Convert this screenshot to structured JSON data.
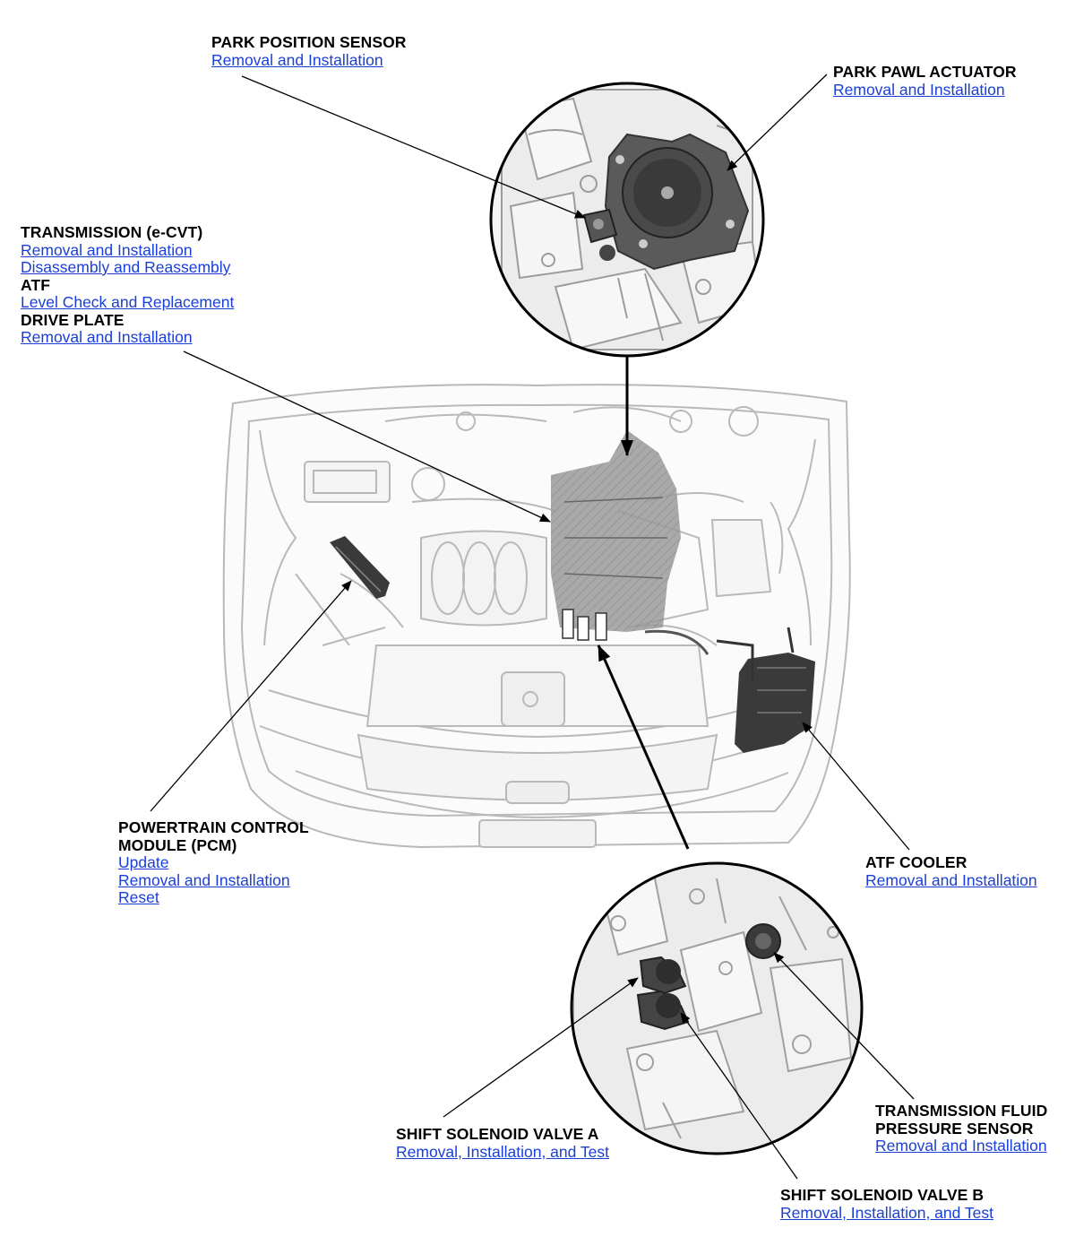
{
  "colors": {
    "link": "#1a3fd6",
    "outline": "#000000",
    "parts": "#2e2e2e"
  },
  "callouts": {
    "park_position_sensor": {
      "title": "PARK POSITION SENSOR",
      "links": [
        "Removal and Installation"
      ]
    },
    "park_pawl_actuator": {
      "title": "PARK PAWL ACTUATOR",
      "links": [
        "Removal and Installation"
      ]
    },
    "transmission": {
      "title": "TRANSMISSION (e-CVT)",
      "links": [
        "Removal and Installation",
        "Disassembly and Reassembly"
      ]
    },
    "atf": {
      "title": "ATF",
      "links": [
        "Level Check and Replacement"
      ]
    },
    "drive_plate": {
      "title": "DRIVE PLATE",
      "links": [
        "Removal and Installation"
      ]
    },
    "pcm": {
      "title_line1": "POWERTRAIN CONTROL",
      "title_line2": "MODULE (PCM)",
      "links": [
        "Update",
        "Removal and Installation",
        "Reset"
      ]
    },
    "atf_cooler": {
      "title": "ATF COOLER",
      "links": [
        "Removal and Installation"
      ]
    },
    "fluid_pressure_sensor": {
      "title_line1": "TRANSMISSION FLUID",
      "title_line2": "PRESSURE SENSOR",
      "links": [
        "Removal and Installation"
      ]
    },
    "shift_solenoid_a": {
      "title": "SHIFT SOLENOID VALVE A",
      "links": [
        "Removal, Installation, and Test"
      ]
    },
    "shift_solenoid_b": {
      "title": "SHIFT SOLENOID VALVE B",
      "links": [
        "Removal, Installation, and Test"
      ]
    }
  }
}
